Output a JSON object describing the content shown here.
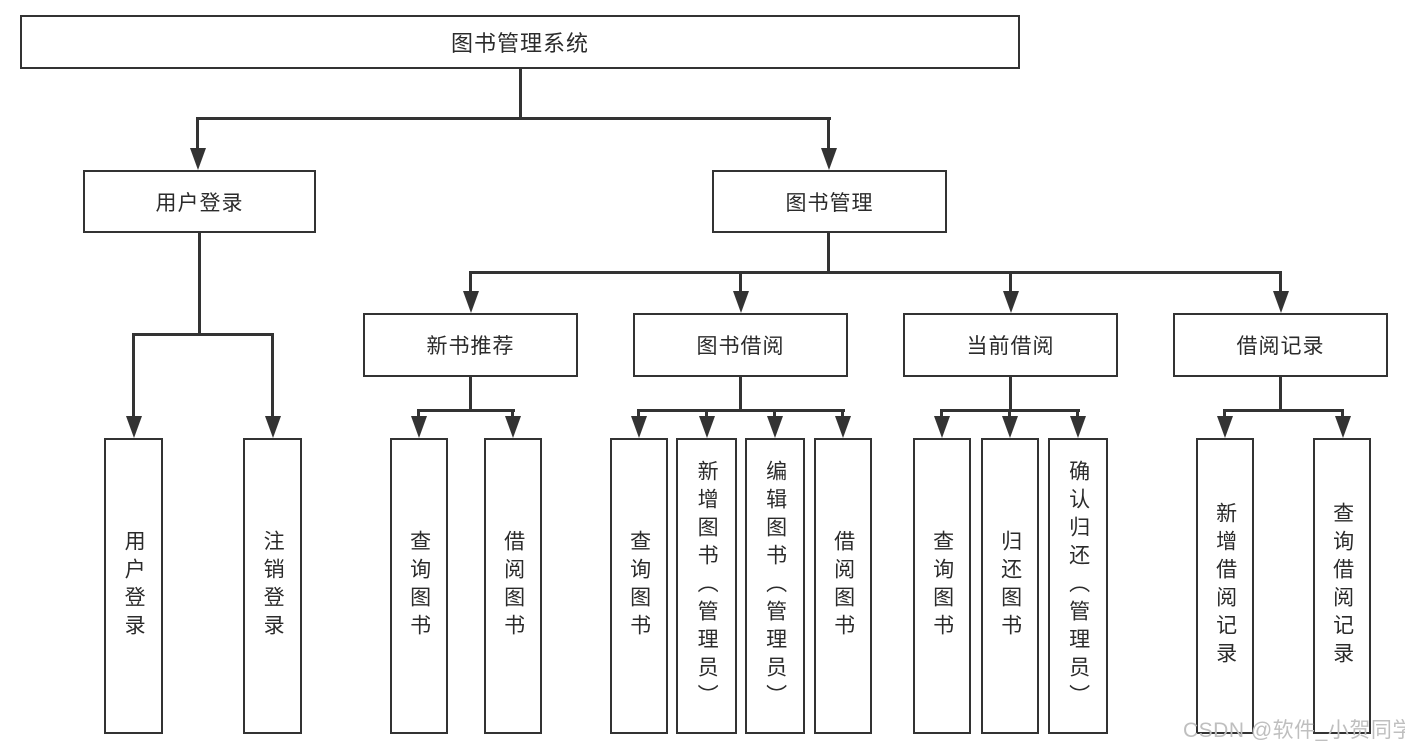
{
  "tree": {
    "root": {
      "label": "图书管理系统"
    },
    "branches": [
      {
        "label": "用户登录",
        "children": [
          {
            "label": "用户登录"
          },
          {
            "label": "注销登录"
          }
        ]
      },
      {
        "label": "图书管理",
        "sections": [
          {
            "label": "新书推荐",
            "children": [
              {
                "label": "查询图书"
              },
              {
                "label": "借阅图书"
              }
            ]
          },
          {
            "label": "图书借阅",
            "children": [
              {
                "label": "查询图书"
              },
              {
                "label": "新增图书（管理员）"
              },
              {
                "label": "编辑图书（管理员）"
              },
              {
                "label": "借阅图书"
              }
            ]
          },
          {
            "label": "当前借阅",
            "children": [
              {
                "label": "查询图书"
              },
              {
                "label": "归还图书"
              },
              {
                "label": "确认归还（管理员）"
              }
            ]
          },
          {
            "label": "借阅记录",
            "children": [
              {
                "label": "新增借阅记录"
              },
              {
                "label": "查询借阅记录"
              }
            ]
          }
        ]
      }
    ]
  },
  "watermark": {
    "text": "CSDN @软件_小贺同学"
  },
  "colors": {
    "background": "#ffffff",
    "fill": "#ffffff",
    "border": "#333333",
    "line": "#333333",
    "text": "#2b2b2b",
    "watermark": "#bfbfbf"
  }
}
